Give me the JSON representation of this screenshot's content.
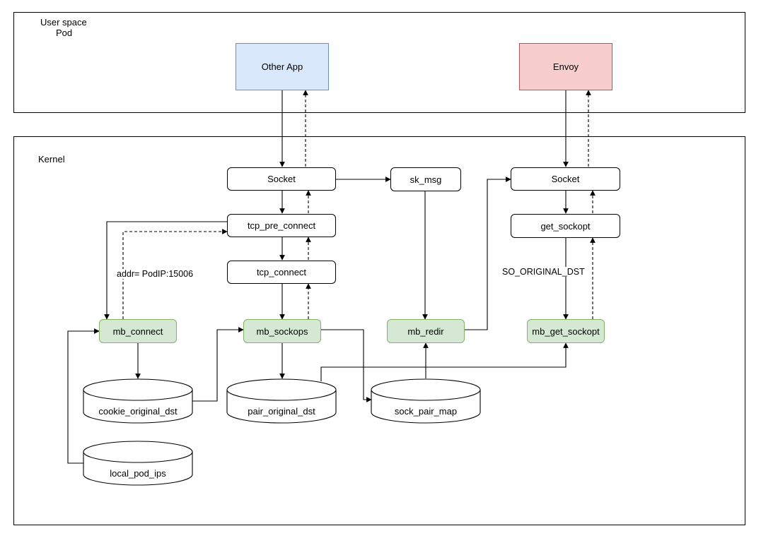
{
  "user_space": {
    "label_line1": "User space",
    "label_line2": "Pod"
  },
  "kernel": {
    "label": "Kernel"
  },
  "apps": {
    "other_app": "Other App",
    "envoy": "Envoy"
  },
  "left_stack": {
    "socket": "Socket",
    "tcp_pre_connect": "tcp_pre_connect",
    "tcp_connect": "tcp_connect",
    "mb_sockops": "mb_sockops"
  },
  "middle": {
    "sk_msg": "sk_msg",
    "mb_redir": "mb_redir"
  },
  "right_stack": {
    "socket": "Socket",
    "get_sockopt": "get_sockopt",
    "mb_get_sockopt": "mb_get_sockopt"
  },
  "mb_connect": "mb_connect",
  "maps": {
    "cookie_original_dst": "cookie_original_dst",
    "pair_original_dst": "pair_original_dst",
    "sock_pair_map": "sock_pair_map",
    "local_pod_ips": "local_pod_ips"
  },
  "edge_labels": {
    "addr": "addr= PodIP:15006",
    "so_original_dst": "SO_ORIGINAL_DST"
  },
  "colors": {
    "user_app": "#dae8fc",
    "envoy": "#f8cecc",
    "ebpf_program": "#d5e8d4"
  }
}
